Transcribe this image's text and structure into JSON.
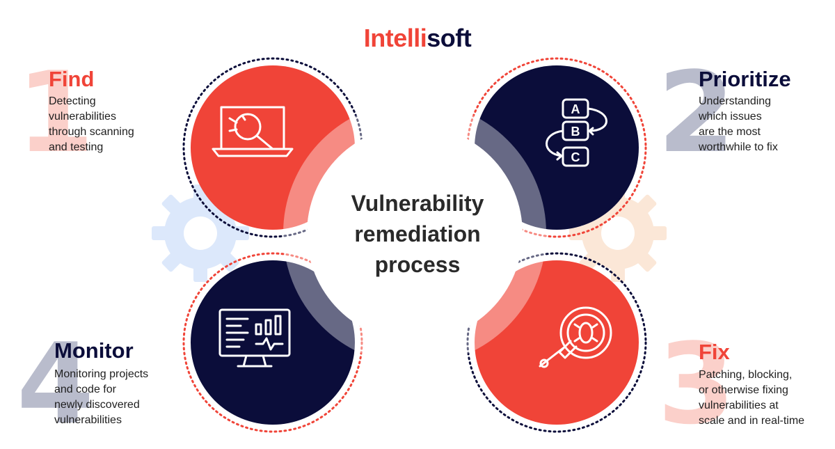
{
  "brand": {
    "logo_part1": "Intelli",
    "logo_part2": "soft",
    "accent_color": "#f04438",
    "dark_color": "#0b0d3a"
  },
  "center": {
    "title_lines": [
      "Vulnerability",
      "remediation",
      "process"
    ]
  },
  "steps": [
    {
      "number": "1",
      "title": "Find",
      "description_lines": [
        "Detecting",
        "vulnerabilities",
        "through scanning",
        "and testing"
      ],
      "icon": "laptop-bug-magnifier-icon",
      "circle_color": "#f04438",
      "title_color": "#f04438",
      "number_color": "#fbd0ca"
    },
    {
      "number": "2",
      "title": "Prioritize",
      "description_lines": [
        "Understanding",
        "which issues",
        "are the most",
        "worthwhile to fix"
      ],
      "icon": "abc-priority-flow-icon",
      "icon_letters": [
        "A",
        "B",
        "C"
      ],
      "circle_color": "#0b0d3a",
      "title_color": "#0b0d3a",
      "number_color": "#b9bccc"
    },
    {
      "number": "3",
      "title": "Fix",
      "description_lines": [
        "Patching, blocking,",
        "or otherwise fixing",
        "vulnerabilities at",
        "scale and in real-time"
      ],
      "icon": "wrench-bug-target-icon",
      "circle_color": "#f04438",
      "title_color": "#f04438",
      "number_color": "#fbd0ca"
    },
    {
      "number": "4",
      "title": "Monitor",
      "description_lines": [
        "Monitoring projects",
        "and code for",
        "newly discovered",
        "vulnerabilities"
      ],
      "icon": "monitor-dashboard-icon",
      "circle_color": "#0b0d3a",
      "title_color": "#0b0d3a",
      "number_color": "#b9bccc"
    }
  ]
}
